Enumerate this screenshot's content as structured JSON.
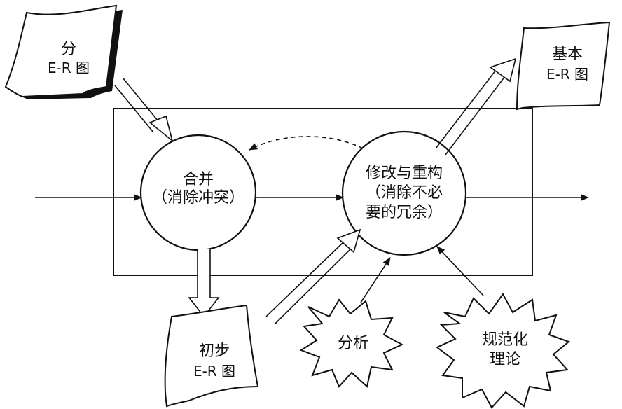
{
  "nodes": {
    "merge": {
      "title": "合并",
      "sub": "（消除冲突）"
    },
    "refine": {
      "title": "修改与重构",
      "sub1": "（消除不必",
      "sub2": "要的冗余）"
    }
  },
  "docs": {
    "partial": {
      "line1": "分",
      "line2": "E-R 图"
    },
    "initial": {
      "line1": "初步",
      "line2": "E-R 图"
    },
    "basic": {
      "line1": "基本",
      "line2": "E-R 图"
    }
  },
  "stars": {
    "analysis": "分析",
    "normalization": {
      "line1": "规范化",
      "line2": "理论"
    }
  }
}
